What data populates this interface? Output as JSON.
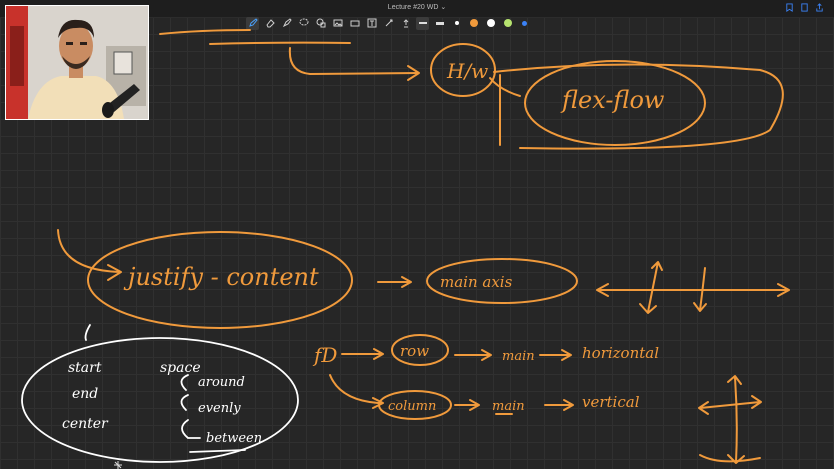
{
  "window": {
    "title": "Lecture #20 WD ⌄"
  },
  "toolbar": {
    "tools": [
      "pen-icon",
      "eraser-icon",
      "highlighter-icon",
      "lasso-icon",
      "shapes-icon",
      "image-icon",
      "text-icon",
      "laser-icon",
      "stamp-icon"
    ],
    "colors": [
      "#ffffff",
      "#f09a3c",
      "#ffffff",
      "#b6e36f",
      "#3b82f6"
    ]
  },
  "notes": {
    "hw": "H/w",
    "flex_flow": "flex-flow",
    "justify_content": "justify - content",
    "main_axis": "main  axis",
    "start": "start",
    "end": "end",
    "center": "center",
    "space": "space",
    "around": "around",
    "evenly": "evenly",
    "between": "between",
    "fd": "fD",
    "row": "row",
    "main1": "main",
    "horizontal": "horizontal",
    "column": "column",
    "main2": "main",
    "vertical": "vertical"
  },
  "colors": {
    "ink_orange": "#f09a3c",
    "ink_white": "#ffffff",
    "canvas": "#262626"
  }
}
